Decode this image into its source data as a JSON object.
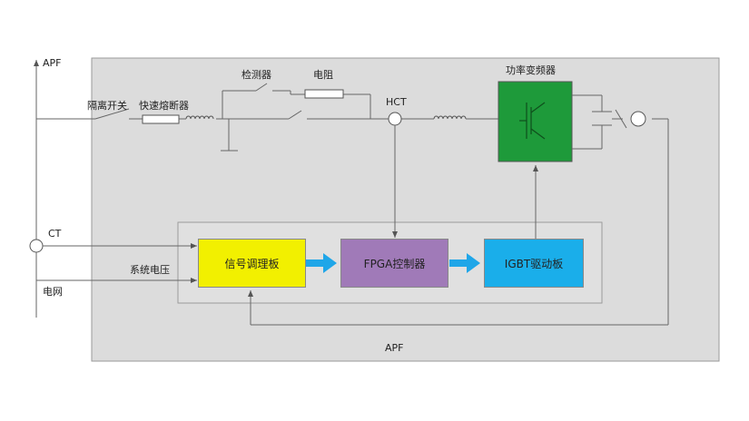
{
  "labels": {
    "apf_axis": "APF",
    "isolation_switch": "隔离开关",
    "fast_fuse": "快速熔断器",
    "detector": "检测器",
    "resistor": "电阻",
    "hct": "HCT",
    "inverter": "功率变频器",
    "ct": "CT",
    "system_voltage": "系统电压",
    "grid": "电网",
    "apf_bottom": "APF"
  },
  "blocks": {
    "signal_board": "信号调理板",
    "fpga": "FPGA控制器",
    "igbt_driver": "IGBT驱动板"
  },
  "colors": {
    "apf_panel": "#dcdcdc",
    "inner_panel": "#e0e0e0",
    "signal_board": "#f2f000",
    "fpga": "#a07ab8",
    "igbt_driver": "#1aaeea",
    "inverter": "#1e9a3a",
    "flow_arrow": "#1fa6e8",
    "wire": "#666666"
  }
}
